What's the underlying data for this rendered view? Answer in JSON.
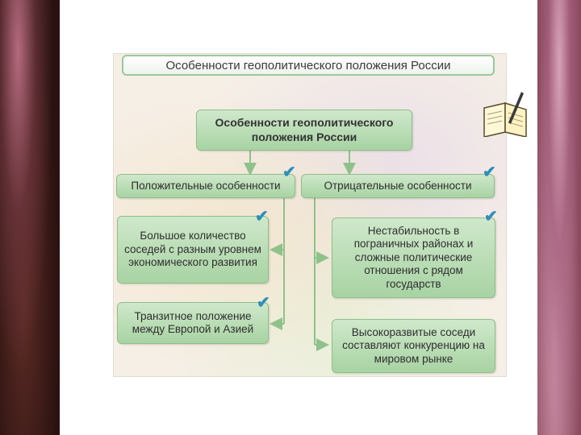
{
  "title": "Особенности геополитического положения России",
  "main_box": "Особенности геополитического положения России",
  "positive": {
    "header": "Положительные особенности",
    "items": [
      "Большое количество соседей с разным уровнем экономического развития",
      "Транзитное положение между Европой и Азией"
    ]
  },
  "negative": {
    "header": "Отрицательные особенности",
    "items": [
      "Нестабильность в пограничных районах и сложные политические отношения с рядом государств",
      "Высокоразвитые соседи составляют конкуренцию на мировом рынке"
    ]
  },
  "colors": {
    "box_fill": "#b7dcb2",
    "box_border": "#8ec08a",
    "check": "#2f8fb8",
    "connector": "#8fc28b"
  },
  "icons": [
    "checkmark-icon",
    "book-quill-icon"
  ]
}
